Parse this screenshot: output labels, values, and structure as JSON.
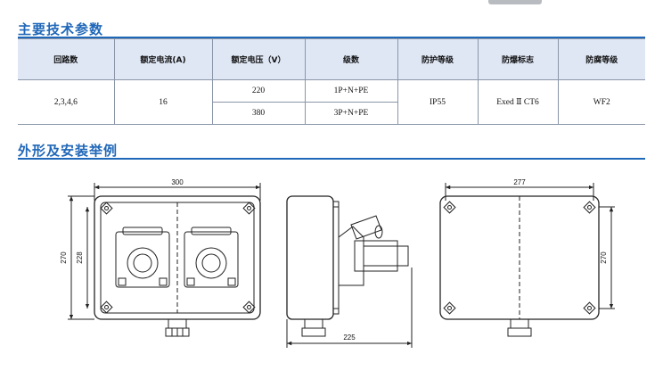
{
  "section1_title": "主要技术参数",
  "section2_title": "外形及安装举例",
  "table": {
    "headers": [
      "回路数",
      "额定电流(A)",
      "额定电压（V）",
      "级数",
      "防护等级",
      "防爆标志",
      "防腐等级"
    ],
    "circuits": "2,3,4,6",
    "current": "16",
    "rows": [
      {
        "voltage": "220",
        "poles": "1P+N+PE"
      },
      {
        "voltage": "380",
        "poles": "3P+N+PE"
      }
    ],
    "protection": "IP55",
    "explosion_mark": "Exed Ⅱ CT6",
    "anticorrosion": "WF2"
  },
  "dims": {
    "front_width": "300",
    "front_height_outer": "270",
    "front_height_inner": "228",
    "side_depth": "225",
    "back_width": "277",
    "back_height": "270"
  }
}
